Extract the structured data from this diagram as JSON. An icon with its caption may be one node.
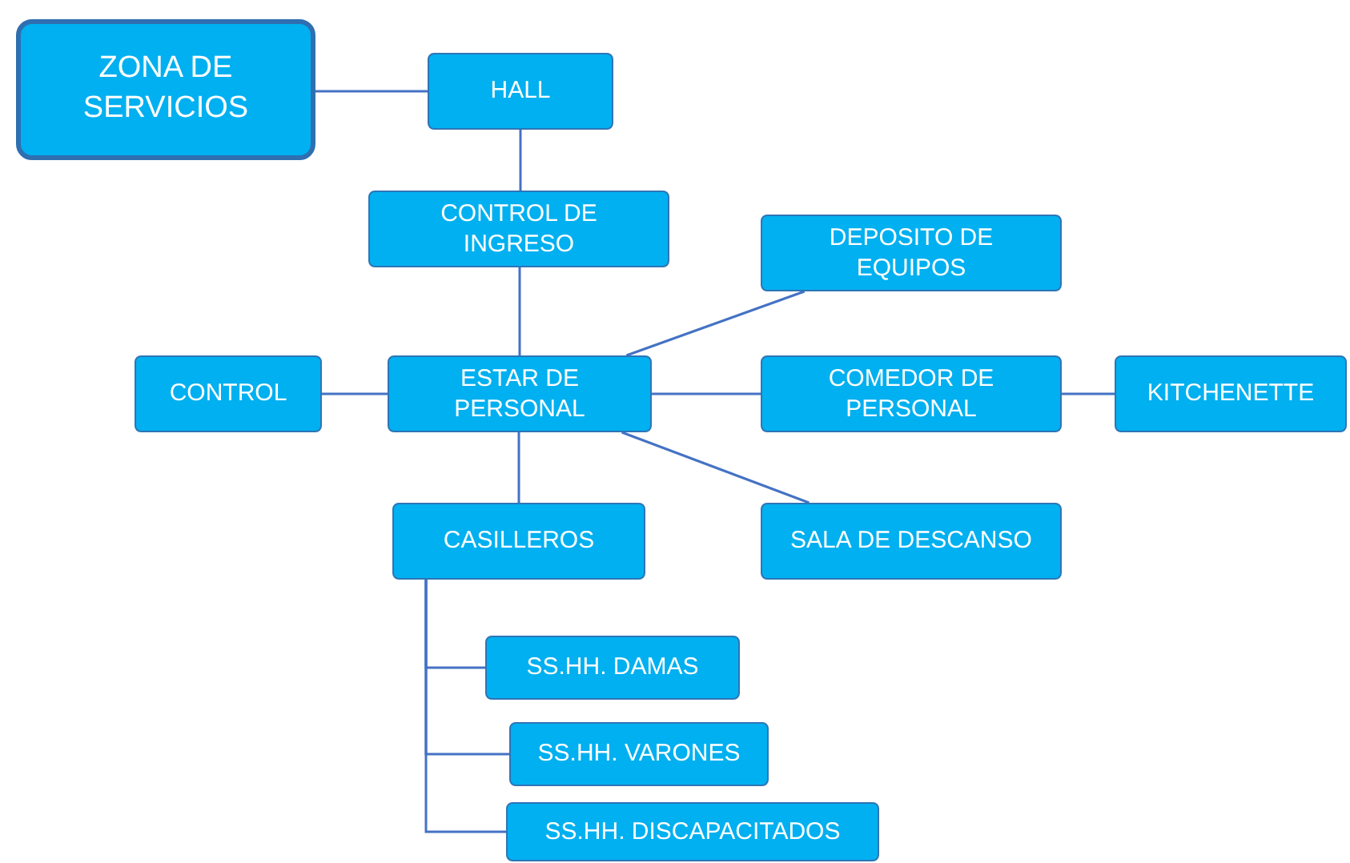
{
  "diagram": {
    "nodes": [
      {
        "text": [
          "ZONA DE SERVICIOS"
        ]
      },
      {
        "text": [
          "HALL"
        ]
      },
      {
        "text": [
          "CONTROL DE INGRESO"
        ]
      },
      {
        "text": [
          "DEPOSITO DE EQUIPOS"
        ]
      },
      {
        "text": [
          "CONTROL"
        ]
      },
      {
        "text": [
          "ESTAR DE PERSONAL"
        ]
      },
      {
        "text": [
          "COMEDOR DE PERSONAL"
        ]
      },
      {
        "text": [
          "KITCHENETTE"
        ]
      },
      {
        "text": [
          "CASILLEROS"
        ]
      },
      {
        "text": [
          "SALA DE DESCANSO"
        ]
      },
      {
        "text": [
          "SS.HH. DAMAS"
        ]
      },
      {
        "text": [
          "SS.HH. VARONES"
        ]
      },
      {
        "text": [
          "SS.HH. DISCAPACITADOS"
        ]
      }
    ],
    "edges": [
      {
        "from": 0,
        "to": 1,
        "arrow": "none"
      },
      {
        "from": 1,
        "to": 2,
        "arrow": "none"
      },
      {
        "from": 2,
        "to": 5,
        "arrow": "none"
      },
      {
        "from": 5,
        "to": 3,
        "arrow": "none"
      },
      {
        "from": 4,
        "to": 5,
        "arrow": "none"
      },
      {
        "from": 5,
        "to": 6,
        "arrow": "none"
      },
      {
        "from": 6,
        "to": 7,
        "arrow": "none"
      },
      {
        "from": 5,
        "to": 9,
        "arrow": "none"
      },
      {
        "from": 5,
        "to": 8,
        "arrow": "none"
      },
      {
        "from": 8,
        "to": 10,
        "arrow": "none"
      },
      {
        "from": 8,
        "to": 11,
        "arrow": "none"
      },
      {
        "from": 8,
        "to": 12,
        "arrow": "none"
      }
    ]
  }
}
